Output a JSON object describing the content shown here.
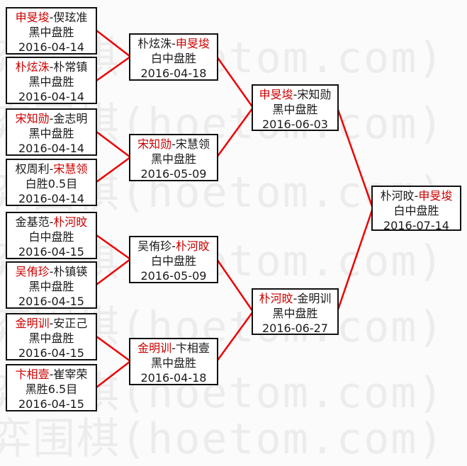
{
  "watermark": {
    "text": "泓弈围棋(hoetom.com)"
  },
  "separator": "-",
  "colors": {
    "line": "#ee0000",
    "winner_name": "#cc0000",
    "box_border": "#111111",
    "watermark": "#ececec",
    "background": "#fbfbfb"
  },
  "bracket": {
    "type": "single-elimination",
    "rounds": [
      {
        "name": "round1",
        "match_indexes": [
          0,
          1,
          2,
          3,
          4,
          5,
          6,
          7
        ]
      },
      {
        "name": "round2",
        "match_indexes": [
          8,
          9,
          10,
          11
        ]
      },
      {
        "name": "semifinal",
        "match_indexes": [
          12,
          13
        ]
      },
      {
        "name": "final",
        "match_indexes": [
          14
        ]
      }
    ]
  },
  "matches": [
    {
      "p1": "申旻埈",
      "p2": "偰玹准",
      "winner": "p1",
      "result": "黑中盘胜",
      "date": "2016-04-14"
    },
    {
      "p1": "朴炫洙",
      "p2": "朴常镇",
      "winner": "p1",
      "result": "黑中盘胜",
      "date": "2016-04-14"
    },
    {
      "p1": "宋知勋",
      "p2": "金志明",
      "winner": "p1",
      "result": "黑中盘胜",
      "date": "2016-04-14"
    },
    {
      "p1": "权周利",
      "p2": "宋慧领",
      "winner": "p2",
      "result": "白胜0.5目",
      "date": "2016-04-14"
    },
    {
      "p1": "金基范",
      "p2": "朴河旼",
      "winner": "p2",
      "result": "白中盘胜",
      "date": "2016-04-15"
    },
    {
      "p1": "吴侑珍",
      "p2": "朴镇锳",
      "winner": "p1",
      "result": "黑中盘胜",
      "date": "2016-04-15"
    },
    {
      "p1": "金明训",
      "p2": "安正己",
      "winner": "p1",
      "result": "黑中盘胜",
      "date": "2016-04-15"
    },
    {
      "p1": "卞相壹",
      "p2": "崔宰荣",
      "winner": "p1",
      "result": "黑胜6.5目",
      "date": "2016-04-15"
    },
    {
      "p1": "朴炫洙",
      "p2": "申旻埈",
      "winner": "p2",
      "result": "白中盘胜",
      "date": "2016-04-18"
    },
    {
      "p1": "宋知勋",
      "p2": "宋慧领",
      "winner": "p1",
      "result": "黑中盘胜",
      "date": "2016-05-09"
    },
    {
      "p1": "吴侑珍",
      "p2": "朴河旼",
      "winner": "p2",
      "result": "白中盘胜",
      "date": "2016-05-09"
    },
    {
      "p1": "金明训",
      "p2": "卞相壹",
      "winner": "p1",
      "result": "黑中盘胜",
      "date": "2016-04-18"
    },
    {
      "p1": "申旻埈",
      "p2": "宋知勋",
      "winner": "p1",
      "result": "黑中盘胜",
      "date": "2016-06-03"
    },
    {
      "p1": "朴河旼",
      "p2": "金明训",
      "winner": "p1",
      "result": "黑中盘胜",
      "date": "2016-06-27"
    },
    {
      "p1": "朴河旼",
      "p2": "申旻埈",
      "winner": "p2",
      "result": "白中盘胜",
      "date": "2016-07-14"
    }
  ]
}
